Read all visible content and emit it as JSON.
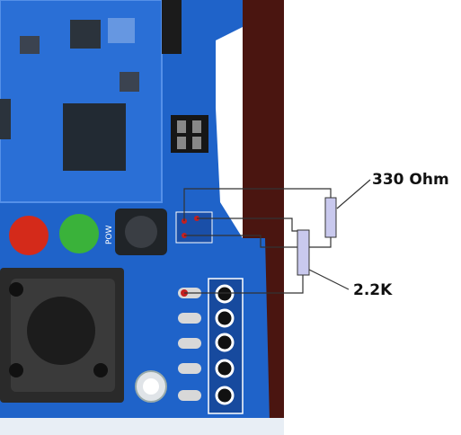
{
  "annotations": {
    "resistor_top": "330 Ohm",
    "resistor_bottom": "2.2K"
  },
  "board_text": {
    "silkscreen": "POW"
  },
  "colors": {
    "pcb": "#1f63c9",
    "pcb_dark": "#0f3f8f",
    "background_wood": "#5a1a12",
    "resistor_fill": "#c9c9ee",
    "wire": "#333333",
    "led_red": "#d42a1a",
    "led_green": "#3ab23a",
    "pad_red": "#c42020"
  },
  "icons": [
    "resistor-symbol",
    "push-button",
    "led",
    "header-pin"
  ]
}
